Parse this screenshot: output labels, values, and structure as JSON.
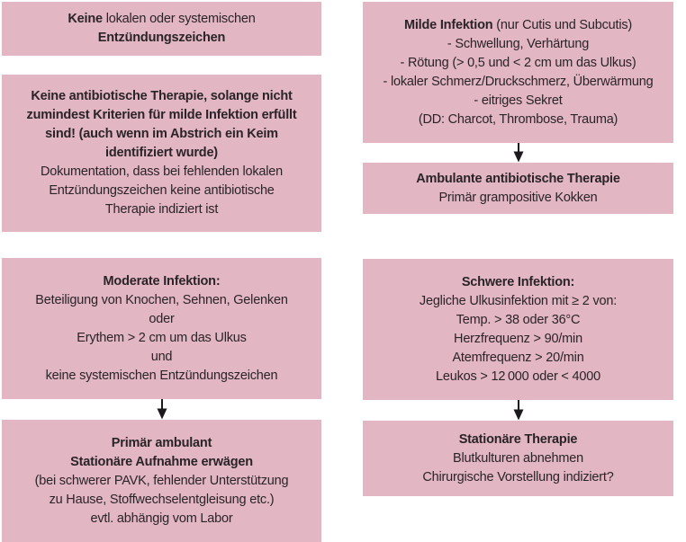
{
  "colors": {
    "page_bg": "#ffffff",
    "box_bg": "#e2b6c3",
    "text": "#2a2428",
    "arrow": "#1c191c"
  },
  "flowchart": {
    "left_column": {
      "no_signs_box": {
        "line1_bold": "Keine",
        "line1_rest": " lokalen oder systemischen",
        "line2": "Entzündungszeichen"
      },
      "no_antibiotics_box": {
        "bold1": "Keine antibiotische Therapie, solange nicht",
        "bold2": "zumindest Kriterien für milde Infektion erfüllt",
        "bold3": "sind! (auch wenn im Abstrich ein Keim",
        "bold4": "identifiziert wurde)",
        "normal1": "Dokumentation, dass bei fehlenden lokalen",
        "normal2": "Entzündungszeichen keine antibiotische",
        "normal3": "Therapie indiziert ist"
      },
      "moderate_infection_box": {
        "title": "Moderate Infektion:",
        "line1": "Beteiligung von Knochen, Sehnen, Gelenken",
        "line2": "oder",
        "line3": "Erythem > 2 cm um das Ulkus",
        "line4": "und",
        "line5": "keine systemischen Entzündungszeichen"
      },
      "primary_outpatient_box": {
        "bold1": "Primär ambulant",
        "bold2": "Stationäre Aufnahme erwägen",
        "line1": "(bei schwerer PAVK, fehlender Unterstützung",
        "line2": "zu Hause, Stoffwechselentgleisung etc.)",
        "line3": "evtl. abhängig vom Labor"
      }
    },
    "right_column": {
      "mild_infection_box": {
        "title_bold": "Milde Infektion",
        "title_rest": " (nur Cutis und Subcutis)",
        "line1": "- Schwellung, Verhärtung",
        "line2": "- Rötung (> 0,5 und < 2 cm um das Ulkus)",
        "line3": "- lokaler Schmerz/Druckschmerz, Überwärmung",
        "line4": "- eitriges Sekret",
        "line5": "(DD: Charcot, Thrombose, Trauma)"
      },
      "outpatient_therapy_box": {
        "title": "Ambulante antibiotische Therapie",
        "line1": "Primär grampositive Kokken"
      },
      "severe_infection_box": {
        "title": "Schwere Infektion:",
        "line1": "Jegliche Ulkusinfektion mit ≥ 2 von:",
        "line2": "Temp. > 38 oder 36°C",
        "line3": "Herzfrequenz > 90/min",
        "line4": "Atemfrequenz > 20/min",
        "line5": "Leukos > 12 000 oder < 4000"
      },
      "inpatient_therapy_box": {
        "title": "Stationäre Therapie",
        "line1": "Blutkulturen abnehmen",
        "line2": "Chirurgische Vorstellung indiziert?"
      }
    }
  }
}
